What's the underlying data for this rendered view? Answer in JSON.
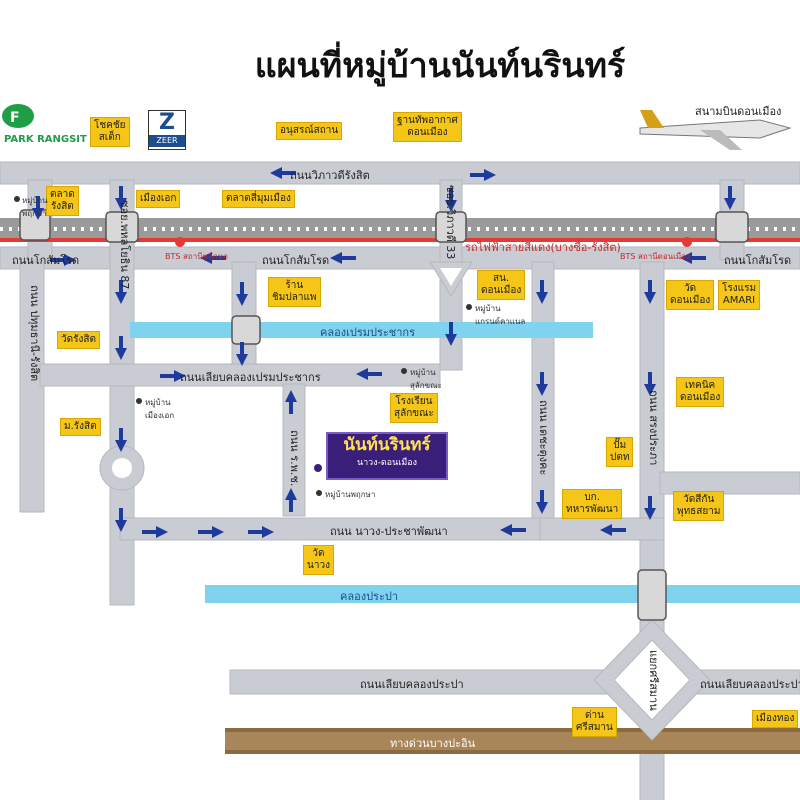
{
  "title": "แผนที่หมู่บ้านนันท์นรินทร์",
  "logos": {
    "park": "PARK RANGSIT",
    "zeer": "ZEER"
  },
  "landmarks": {
    "chokchai": "โชคชัย\nสเต็ก",
    "anusawari": "อนุสรณ์สถาน",
    "air_base": "ฐานทัพอากาศ\nดอนเมือง",
    "airport": "สนามบินดอนเมือง",
    "talad_rangsit": "ตลาด\nรังสิต",
    "mueang_ek": "เมืองเอก",
    "talad_simummueang": "ตลาดสี่มุมเมือง",
    "ran_simpla": "ร้าน\nชิมปลาแพ",
    "sn_donmueang": "สน.\nดอนเมือง",
    "wat_donmueang": "วัด\nดอนเมือง",
    "amari": "โรงแรม\nAMARI",
    "wat_rangsit": "วัดรังสิต",
    "m_rangsit": "ม.รังสิต",
    "school": "โรงเรียน\nสุลักขณะ",
    "technic": "เทคนิค\nดอนเมือง",
    "pump": "ปั๊ม\nปตท",
    "army": "บก.\nทหารพัฒนา",
    "wat_sikan": "วัดสีกัน\nพุทธสยาม",
    "wat_nawong": "วัด\nนาวง",
    "dan_srisaman": "ด่าน\nศรีสมาน",
    "mueang_thong": "เมืองทอง"
  },
  "roads": {
    "viphawadi": "ถนนวิภาวดีรังสิต",
    "kosum_left": "ถนนโกสัมโรด",
    "kosum_mid": "ถนนโกสัมโรด",
    "kosum_right": "ถนนโกสัมโรด",
    "phahonyothin": "ถนน ปทุมธานี-รังสิต",
    "soi_phahon": "ซอย.พหลโยธิน 87",
    "soi_vibhavadi": "ซอย.วิภาวดี 33",
    "liab_prem": "ถนนเลียบคลองเปรมประชากร",
    "ror_phor_chor": "ถนน ร.พ.ช.",
    "dechatungkha": "ถนน เดชะตุงคะ",
    "songprapa": "ถนน สรงประภา",
    "nawong": "ถนน นาวง-ประชาพัฒนา",
    "liab_prapa": "ถนนเลียบคลองประปา",
    "liab_prapa_right": "ถนนเลียบคลองประปา",
    "srisaman": "แยกศรีสมาน",
    "expressway": "ทางด่วนบางปะอิน"
  },
  "rail": {
    "label": "รถไฟฟ้าสายสีแดง(บางซื่อ-รังสิต)",
    "bts_lak_hok": "BTS สถานีหลักหก",
    "bts_donmueang": "BTS สถานีดอนเมือง"
  },
  "canals": {
    "prem": "คลองเปรมประชากร",
    "prapa": "คลองประปา"
  },
  "villages": {
    "v_pruksa": "หมู่บ้าน\nพฤกษา",
    "v_mueang_ek": "หมู่บ้าน\nเมืองเอก",
    "v_bhat": "หมู่บ้าน\nแกรนด์คาแนล",
    "v_school": "หมู่บ้าน\nสุลักขณะ",
    "v_pruksa2": "หมู่บ้านพฤกษา"
  },
  "project": {
    "name": "นันท์นรินทร์",
    "sub": "นาวง-ดอนเมือง"
  },
  "colors": {
    "road": "#c9cdd3",
    "canal": "#7fd3ee",
    "rail": "#e53935",
    "label": "#f5c518",
    "arrow": "#1e3a9c",
    "expressway": "#8b6a3e"
  }
}
